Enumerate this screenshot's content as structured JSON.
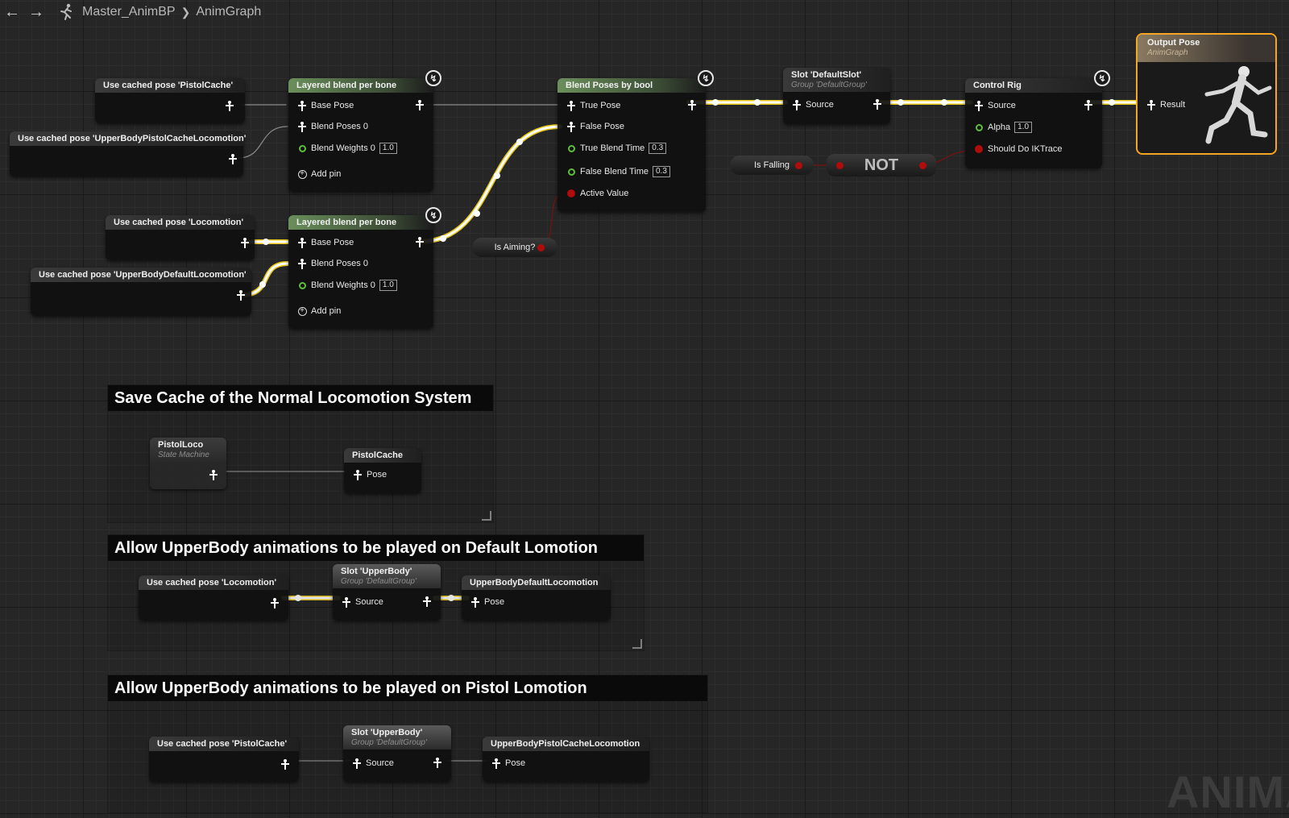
{
  "toolbar": {
    "back_icon": "arrow-left-icon",
    "forward_icon": "arrow-right-icon",
    "anim_icon": "running-man-icon",
    "breadcrumb": [
      "Master_AnimBP",
      "AnimGraph"
    ]
  },
  "nodes": {
    "cache_pistol": {
      "title": "Use cached pose 'PistolCache'"
    },
    "cache_upper_pistol": {
      "title": "Use cached pose 'UpperBodyPistolCacheLocomotion'"
    },
    "cache_loco": {
      "title": "Use cached pose 'Locomotion'"
    },
    "cache_upper_default": {
      "title": "Use cached pose 'UpperBodyDefaultLocomotion'"
    },
    "layered1": {
      "title": "Layered blend per bone",
      "base_pose": "Base Pose",
      "blend_poses": "Blend Poses 0",
      "blend_weights": "Blend Weights 0",
      "weight_value": "1.0",
      "add_pin": "Add pin"
    },
    "layered2": {
      "title": "Layered blend per bone",
      "base_pose": "Base Pose",
      "blend_poses": "Blend Poses 0",
      "blend_weights": "Blend Weights 0",
      "weight_value": "1.0",
      "add_pin": "Add pin"
    },
    "blend_bool": {
      "title": "Blend Poses by bool",
      "true_pose": "True Pose",
      "false_pose": "False Pose",
      "true_time": "True Blend Time",
      "true_time_value": "0.3",
      "false_time": "False Blend Time",
      "false_time_value": "0.3",
      "active": "Active Value"
    },
    "is_aiming": {
      "label": "Is Aiming?"
    },
    "slot_default": {
      "title": "Slot 'DefaultSlot'",
      "subtitle": "Group 'DefaultGroup'",
      "source": "Source"
    },
    "is_falling": {
      "label": "Is Falling"
    },
    "not_node": {
      "label": "NOT"
    },
    "control_rig": {
      "title": "Control Rig",
      "source": "Source",
      "alpha": "Alpha",
      "alpha_value": "1.0",
      "ik": "Should Do IKTrace"
    },
    "output": {
      "title": "Output Pose",
      "subtitle": "AnimGraph",
      "result": "Result"
    }
  },
  "comments": [
    {
      "title": "Save Cache of the Normal Locomotion System",
      "state_machine": {
        "title": "PistolLoco",
        "subtitle": "State Machine"
      },
      "cache": {
        "title": "PistolCache",
        "pose": "Pose"
      }
    },
    {
      "title": "Allow UpperBody animations to be played on Default Lomotion",
      "use_cache": "Use cached pose 'Locomotion'",
      "slot": {
        "title": "Slot 'UpperBody'",
        "subtitle": "Group 'DefaultGroup'",
        "source": "Source"
      },
      "cache": {
        "title": "UpperBodyDefaultLocomotion",
        "pose": "Pose"
      }
    },
    {
      "title": "Allow UpperBody animations to be played on Pistol Lomotion",
      "use_cache": "Use cached pose 'PistolCache'",
      "slot": {
        "title": "Slot 'UpperBody'",
        "subtitle": "Group 'DefaultGroup'",
        "source": "Source"
      },
      "cache": {
        "title": "UpperBodyPistolCacheLocomotion",
        "pose": "Pose"
      }
    }
  ],
  "watermark": "ANIMAT",
  "colors": {
    "exec_wire": "#ffffff",
    "active_wire": "#e6c619",
    "bool_pin": "#b00c0c",
    "float_pin": "#5bbf3a",
    "output_border": "#f5a623"
  }
}
